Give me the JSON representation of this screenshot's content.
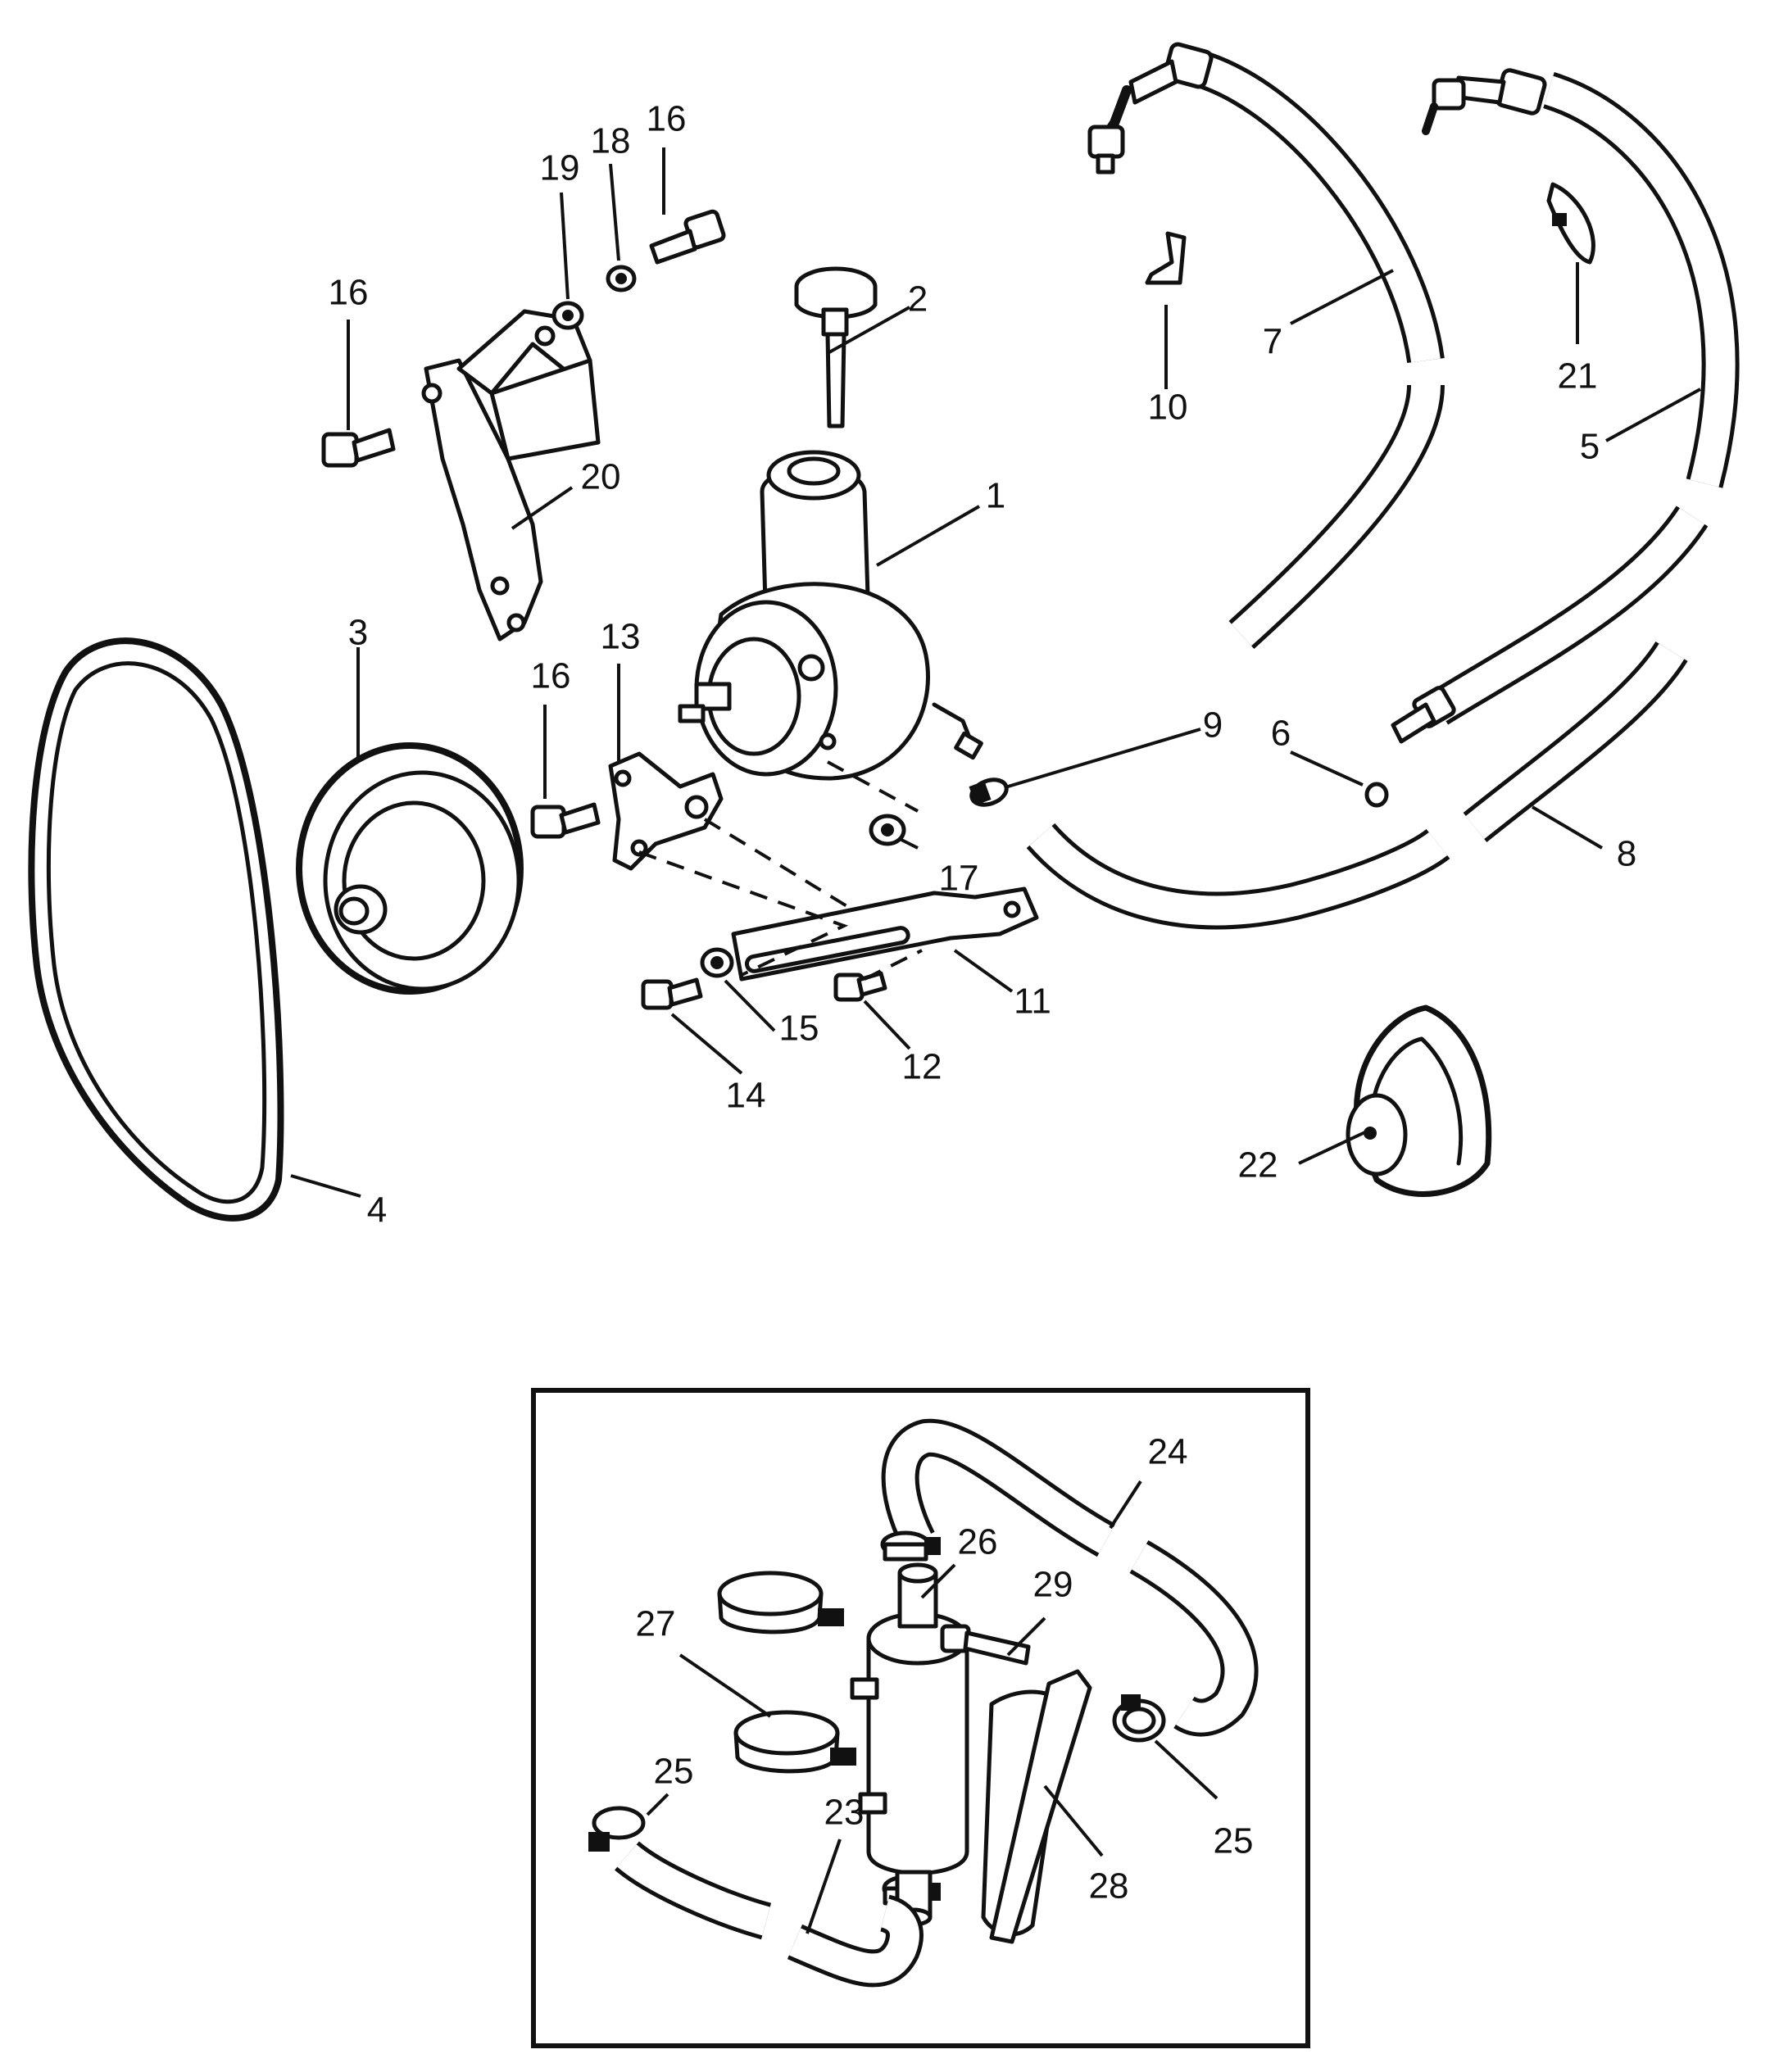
{
  "callouts": [
    {
      "id": "c1",
      "text": "1"
    },
    {
      "id": "c2",
      "text": "2"
    },
    {
      "id": "c3",
      "text": "3"
    },
    {
      "id": "c4",
      "text": "4"
    },
    {
      "id": "c5",
      "text": "5"
    },
    {
      "id": "c6",
      "text": "6"
    },
    {
      "id": "c7",
      "text": "7"
    },
    {
      "id": "c8",
      "text": "8"
    },
    {
      "id": "c9",
      "text": "9"
    },
    {
      "id": "c10",
      "text": "10"
    },
    {
      "id": "c11",
      "text": "11"
    },
    {
      "id": "c12",
      "text": "12"
    },
    {
      "id": "c13",
      "text": "13"
    },
    {
      "id": "c14",
      "text": "14"
    },
    {
      "id": "c15",
      "text": "15"
    },
    {
      "id": "c16a",
      "text": "16"
    },
    {
      "id": "c16b",
      "text": "16"
    },
    {
      "id": "c16c",
      "text": "16"
    },
    {
      "id": "c17",
      "text": "17"
    },
    {
      "id": "c18",
      "text": "18"
    },
    {
      "id": "c19",
      "text": "19"
    },
    {
      "id": "c20",
      "text": "20"
    },
    {
      "id": "c21",
      "text": "21"
    },
    {
      "id": "c22",
      "text": "22"
    },
    {
      "id": "c23",
      "text": "23"
    },
    {
      "id": "c24",
      "text": "24"
    },
    {
      "id": "c25a",
      "text": "25"
    },
    {
      "id": "c25b",
      "text": "25"
    },
    {
      "id": "c26",
      "text": "26"
    },
    {
      "id": "c27",
      "text": "27"
    },
    {
      "id": "c28",
      "text": "28"
    },
    {
      "id": "c29",
      "text": "29"
    }
  ]
}
